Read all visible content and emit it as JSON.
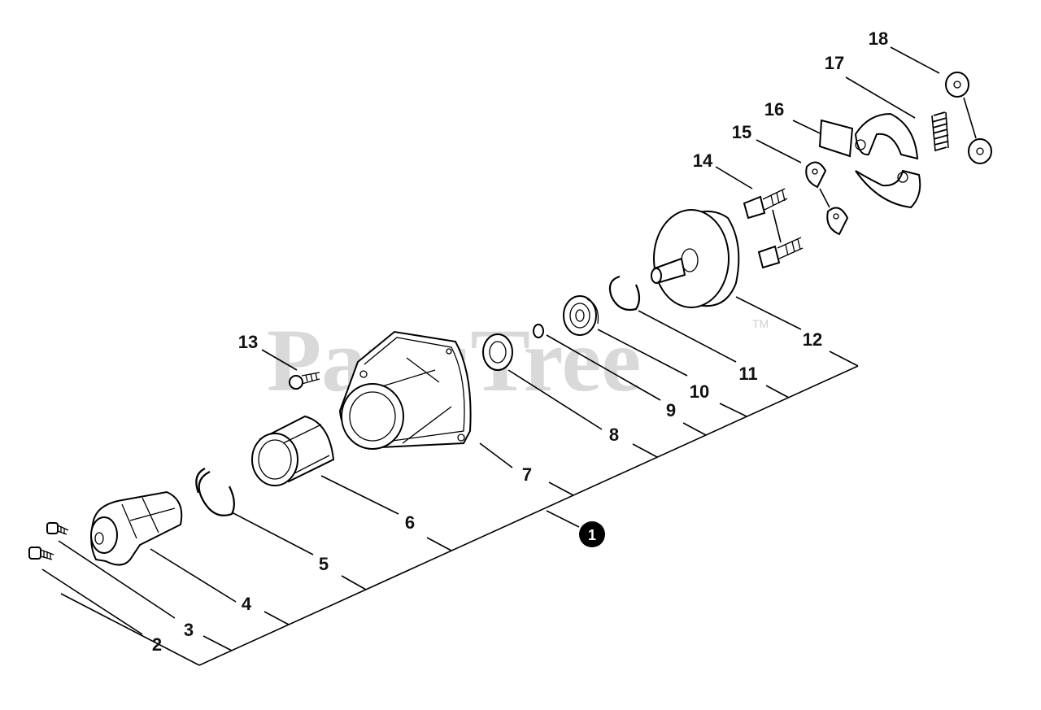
{
  "watermark": {
    "text": "PartsTree",
    "trademark": "TM"
  },
  "callout": {
    "label": "1"
  },
  "parts": [
    {
      "id": "p2",
      "label": "2"
    },
    {
      "id": "p3",
      "label": "3"
    },
    {
      "id": "p4",
      "label": "4"
    },
    {
      "id": "p5",
      "label": "5"
    },
    {
      "id": "p6",
      "label": "6"
    },
    {
      "id": "p7",
      "label": "7"
    },
    {
      "id": "p8",
      "label": "8"
    },
    {
      "id": "p9",
      "label": "9"
    },
    {
      "id": "p10",
      "label": "10"
    },
    {
      "id": "p11",
      "label": "11"
    },
    {
      "id": "p12",
      "label": "12"
    },
    {
      "id": "p13",
      "label": "13"
    },
    {
      "id": "p14",
      "label": "14"
    },
    {
      "id": "p15",
      "label": "15"
    },
    {
      "id": "p16",
      "label": "16"
    },
    {
      "id": "p17",
      "label": "17"
    },
    {
      "id": "p18",
      "label": "18"
    }
  ]
}
